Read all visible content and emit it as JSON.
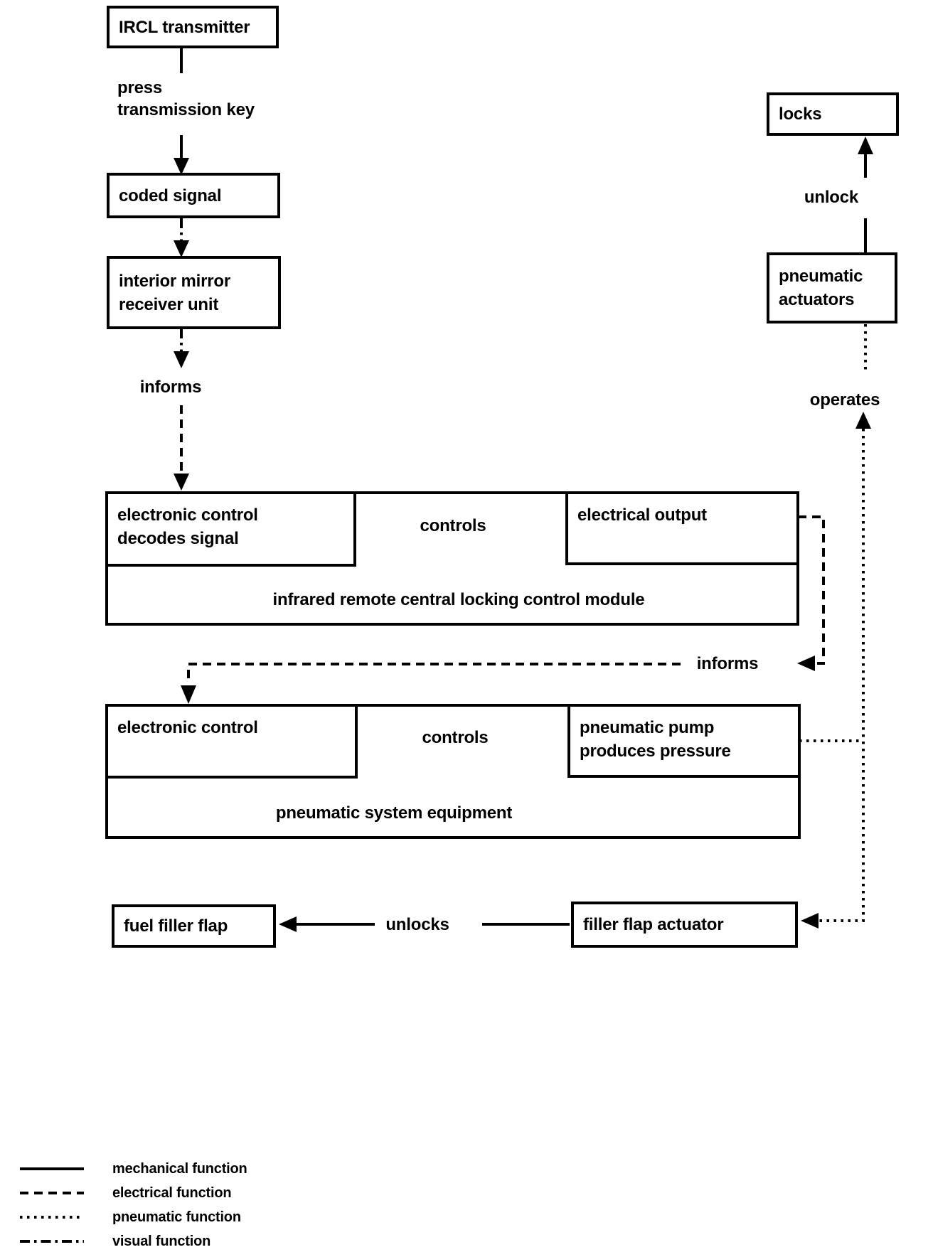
{
  "boxes": {
    "ircl_transmitter": "IRCL transmitter",
    "coded_signal": "coded signal",
    "interior_mirror_receiver_unit": "interior mirror\nreceiver unit",
    "electronic_control_decodes_signal": "electronic control\ndecodes signal",
    "electrical_output": "electrical output",
    "ircl_control_module": "infrared remote central locking control module",
    "electronic_control": "electronic control",
    "pneumatic_pump": "pneumatic pump\nproduces pressure",
    "pneumatic_system_equipment": "pneumatic system equipment",
    "locks": "locks",
    "pneumatic_actuators": "pneumatic\nactuators",
    "fuel_filler_flap": "fuel filler flap",
    "filler_flap_actuator": "filler flap actuator"
  },
  "edge_labels": {
    "press_transmission_key": "press\ntransmission key",
    "informs_receiver": "informs",
    "controls_electrical": "controls",
    "informs_feedback": "informs",
    "controls_pneumatic": "controls",
    "unlock": "unlock",
    "operates": "operates",
    "unlocks": "unlocks"
  },
  "legend": {
    "items": [
      {
        "line_style": "solid",
        "label": "mechanical function"
      },
      {
        "line_style": "dashed",
        "label": "electrical function"
      },
      {
        "line_style": "dotted",
        "label": "pneumatic function"
      },
      {
        "line_style": "dash-dot",
        "label": "visual function"
      }
    ]
  },
  "colors": {
    "ink": "#000000",
    "paper": "#ffffff"
  }
}
